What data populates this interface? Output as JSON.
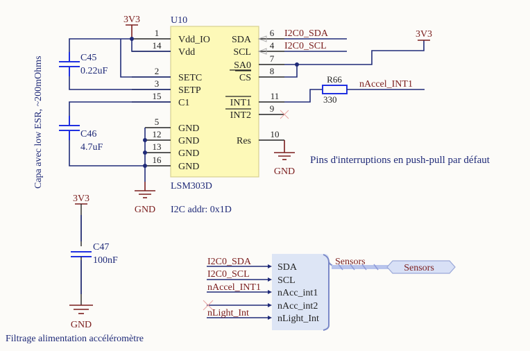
{
  "component": {
    "designator": "U10",
    "part": "LSM303D",
    "note": "I2C addr: 0x1D",
    "left_pins": [
      {
        "num": "1",
        "name": "Vdd_IO"
      },
      {
        "num": "14",
        "name": "Vdd"
      },
      {
        "num": "2",
        "name": "SETC"
      },
      {
        "num": "3",
        "name": "SETP"
      },
      {
        "num": "15",
        "name": "C1"
      },
      {
        "num": "5",
        "name": "GND"
      },
      {
        "num": "12",
        "name": "GND"
      },
      {
        "num": "13",
        "name": "GND"
      },
      {
        "num": "16",
        "name": "GND"
      }
    ],
    "right_pins": [
      {
        "num": "6",
        "name": "SDA"
      },
      {
        "num": "4",
        "name": "SCL"
      },
      {
        "num": "7",
        "name": "SA0"
      },
      {
        "num": "8",
        "name": "CS"
      },
      {
        "num": "11",
        "name": "INT1"
      },
      {
        "num": "9",
        "name": "INT2"
      },
      {
        "num": "10",
        "name": "Res"
      }
    ]
  },
  "nets": {
    "sda": "I2C0_SDA",
    "scl": "I2C0_SCL",
    "int1": "nAccel_INT1",
    "light": "nLight_Int"
  },
  "power": {
    "vcc": "3V3",
    "gnd": "GND"
  },
  "resistor": {
    "designator": "R66",
    "value": "330"
  },
  "capacitors": [
    {
      "designator": "C45",
      "value": "0.22uF"
    },
    {
      "designator": "C46",
      "value": "4.7uF"
    },
    {
      "designator": "C47",
      "value": "100nF"
    }
  ],
  "notes": {
    "cap_note": "Capa avec low ESR, ~200mOhms",
    "int_note": "Pins d'interruptions en push-pull par défaut",
    "filter_note": "Filtrage alimentation accéléromètre"
  },
  "sheet": {
    "port_label": "Sensors",
    "bus_label": "Sensors",
    "ports": [
      "SDA",
      "SCL",
      "nAcc_int1",
      "nAcc_int2",
      "nLight_Int"
    ],
    "inputs": [
      "I2C0_SDA",
      "I2C0_SCL",
      "nAccel_INT1",
      "",
      "nLight_Int"
    ]
  }
}
